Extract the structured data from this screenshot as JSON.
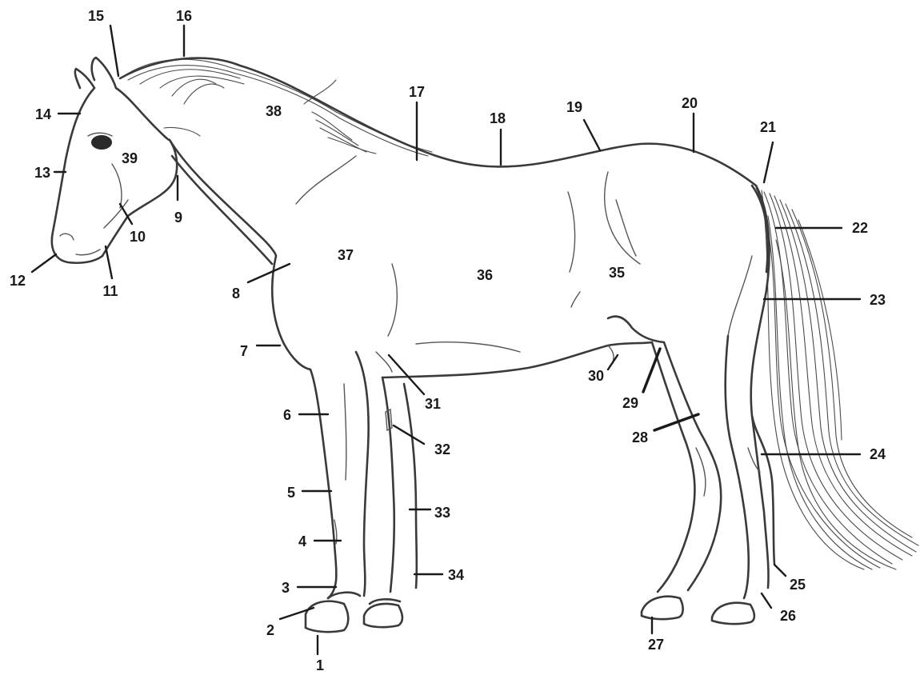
{
  "labels": {
    "l1": "1",
    "l2": "2",
    "l3": "3",
    "l4": "4",
    "l5": "5",
    "l6": "6",
    "l7": "7",
    "l8": "8",
    "l9": "9",
    "l10": "10",
    "l11": "11",
    "l12": "12",
    "l13": "13",
    "l14": "14",
    "l15": "15",
    "l16": "16",
    "l17": "17",
    "l18": "18",
    "l19": "19",
    "l20": "20",
    "l21": "21",
    "l22": "22",
    "l23": "23",
    "l24": "24",
    "l25": "25",
    "l26": "26",
    "l27": "27",
    "l28": "28",
    "l29": "29",
    "l30": "30",
    "l31": "31",
    "l32": "32",
    "l33": "33",
    "l34": "34",
    "l35": "35",
    "l36": "36",
    "l37": "37",
    "l38": "38",
    "l39": "39"
  },
  "colors": {
    "background": "#ffffff",
    "ink": "#1a1a1a",
    "outline": "#3a3a3a"
  }
}
